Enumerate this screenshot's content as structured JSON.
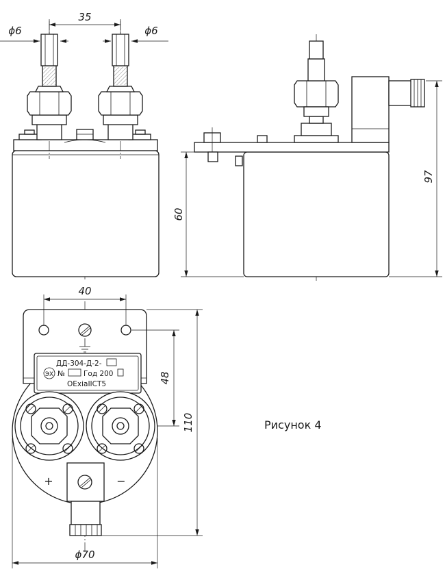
{
  "figure": {
    "caption": "Рисунок 4"
  },
  "dimensions": {
    "pipe_spacing": "35",
    "left_pipe_diameter": "ϕ6",
    "right_pipe_diameter": "ϕ6",
    "body_height": "60",
    "total_height": "97",
    "mount_hole_spacing": "40",
    "plate_to_center": "48",
    "overall_length": "110",
    "body_diameter": "ϕ70"
  },
  "nameplate": {
    "model": "ДД-304-Д-2-",
    "serial_label": "№",
    "year_label": "Год 200",
    "marking": "OExiaIICT5",
    "cert_mark": "ЭХ"
  },
  "polarity": {
    "plus": "+",
    "minus": "−"
  }
}
